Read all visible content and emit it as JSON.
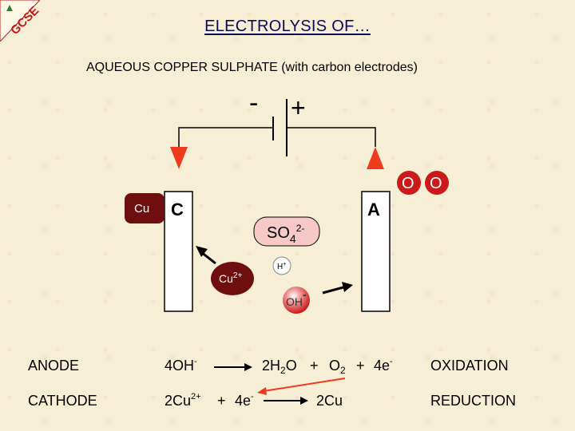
{
  "logo": {
    "text": "GCSE"
  },
  "title": "ELECTROLYSIS OF…",
  "subtitle": "AQUEOUS COPPER SULPHATE  (with carbon electrodes)",
  "battery": {
    "negative": "-",
    "positive": "+"
  },
  "electrodes": {
    "cathode_letter": "C",
    "anode_letter": "A",
    "cathode_deposit": "Cu",
    "anode_gas": [
      "O",
      "O"
    ]
  },
  "ions": {
    "sulphate": {
      "base": "SO",
      "sub": "4",
      "sup": "2-"
    },
    "copper": {
      "base": "Cu",
      "sup": "2+"
    },
    "hydrogen": {
      "base": "H",
      "sup": "+"
    },
    "hydroxide": {
      "base": "OH",
      "sup": "-"
    }
  },
  "equations": {
    "anode": {
      "label": "ANODE",
      "lhs_base": "4OH",
      "lhs_sup": "-",
      "p1_base": "2H",
      "p1_sub": "2",
      "p1_tail": "O",
      "plus1": "+",
      "p2_base": "O",
      "p2_sub": "2",
      "plus2": "+",
      "p3_base": "4e",
      "p3_sup": "-",
      "type": "OXIDATION"
    },
    "cathode": {
      "label": "CATHODE",
      "lhs1_base": "2Cu",
      "lhs1_sup": "2+",
      "plus": "+",
      "lhs2_base": "4e",
      "lhs2_sup": "-",
      "rhs": "2Cu",
      "type": "REDUCTION"
    }
  },
  "colors": {
    "arrow_red": "#ee3b1c",
    "copper_ion": "#6e0e0e",
    "gas_circle": "#cc1a1a",
    "sulphate_fill": "#f7c8c8",
    "title_blue": "#0a0a5a"
  }
}
